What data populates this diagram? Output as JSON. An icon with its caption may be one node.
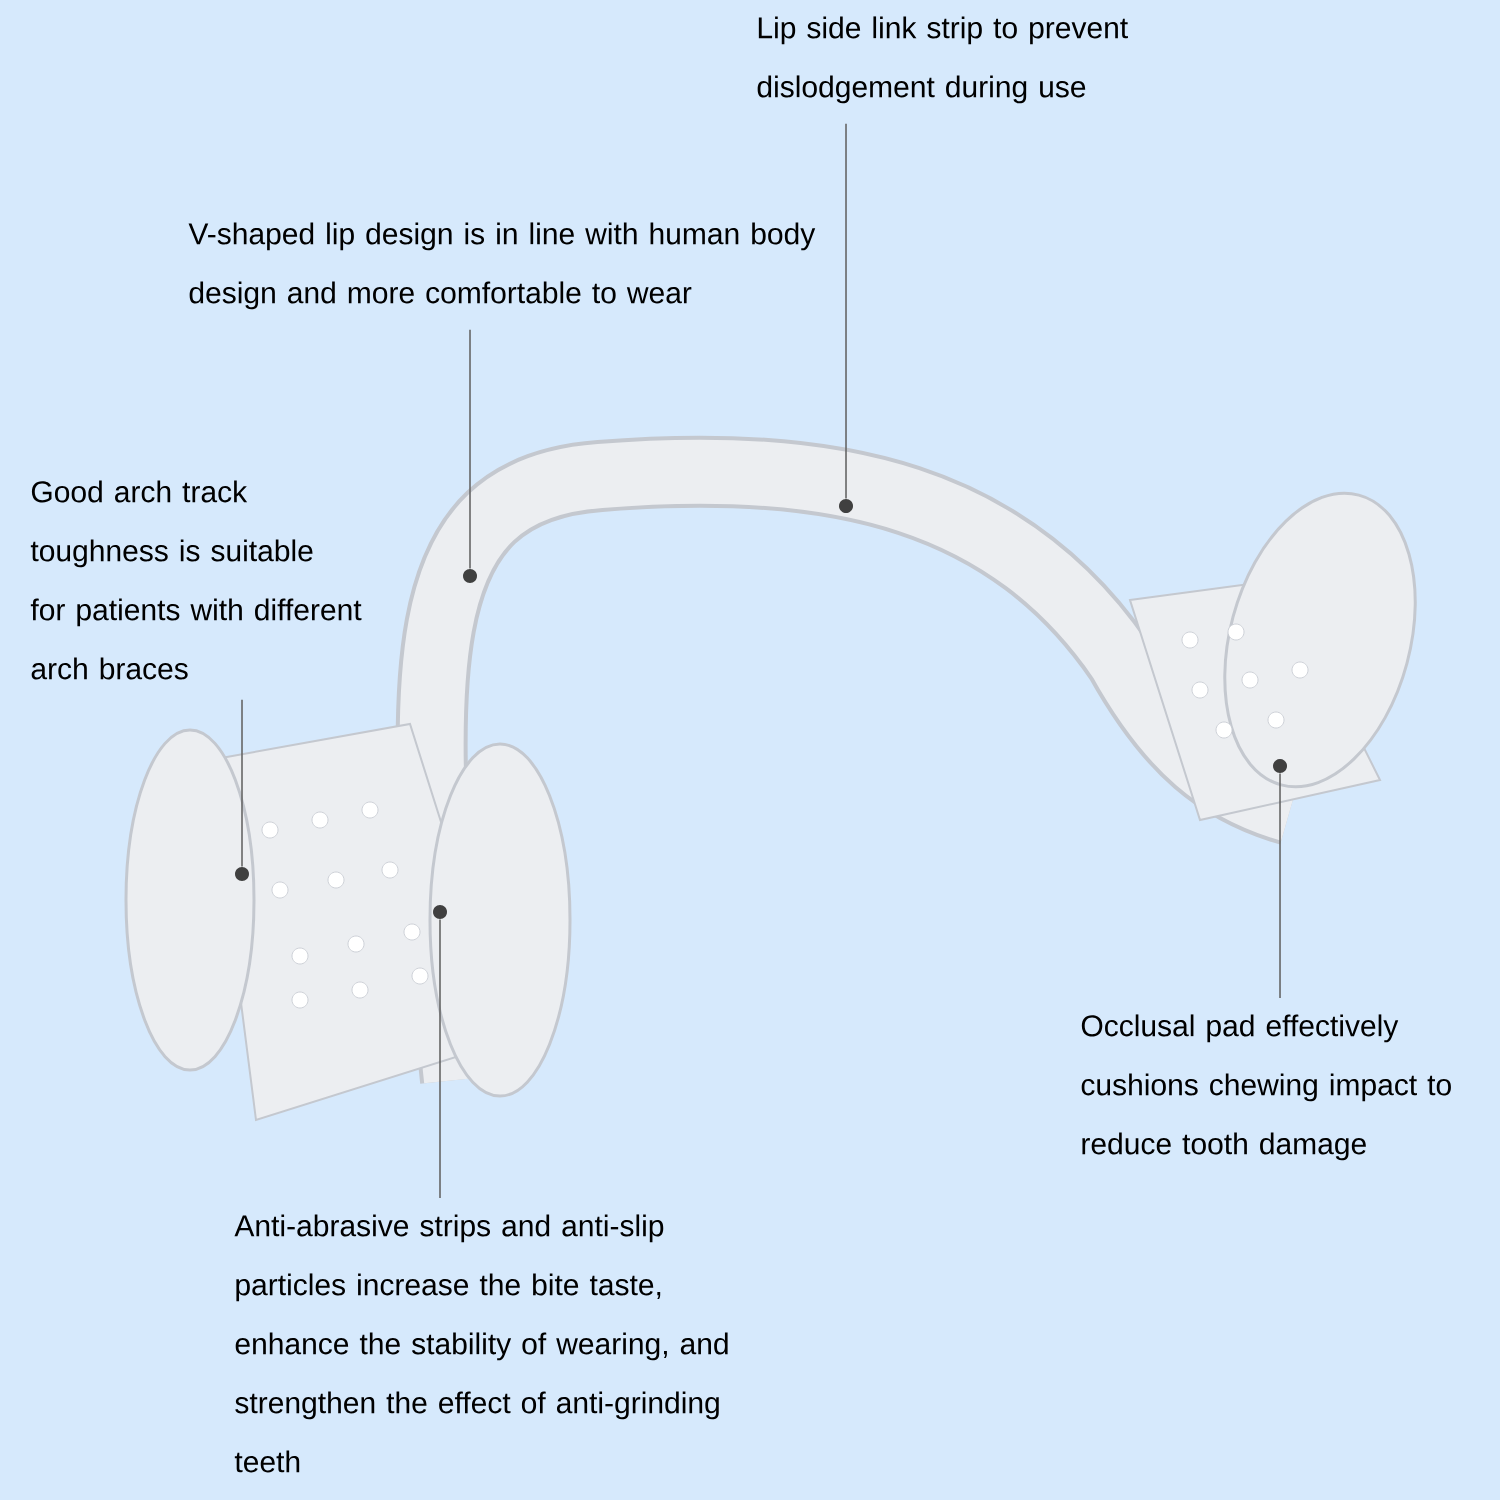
{
  "diagram": {
    "nodes": [
      {
        "text": [
          "Lip side link strip to prevent dislodgement during use"
        ]
      },
      {
        "text": [
          "V-shaped lip design is in line with human body design and more comfortable to wear"
        ]
      },
      {
        "text": [
          "Good arch track toughness is suitable for patients with different arch braces"
        ]
      },
      {
        "text": [
          "Occlusal pad effectively cushions chewing impact to reduce tooth damage"
        ]
      },
      {
        "text": [
          "Anti-abrasive strips and anti-slip particles increase the bite taste, enhance the stability of wearing, and strengthen the effect of anti-grinding teeth"
        ]
      },
      {
        "text": [],
        "shape": "circle"
      },
      {
        "text": [],
        "shape": "circle"
      },
      {
        "text": [],
        "shape": "circle"
      },
      {
        "text": [],
        "shape": "circle"
      },
      {
        "text": [],
        "shape": "circle"
      }
    ],
    "edges": [
      {
        "from": 0,
        "to": 8,
        "arrow": "none"
      },
      {
        "from": 1,
        "to": 7,
        "arrow": "none"
      },
      {
        "from": 2,
        "to": 5,
        "arrow": "none"
      },
      {
        "from": 3,
        "to": 9,
        "arrow": "none"
      },
      {
        "from": 4,
        "to": 6,
        "arrow": "none"
      }
    ]
  }
}
